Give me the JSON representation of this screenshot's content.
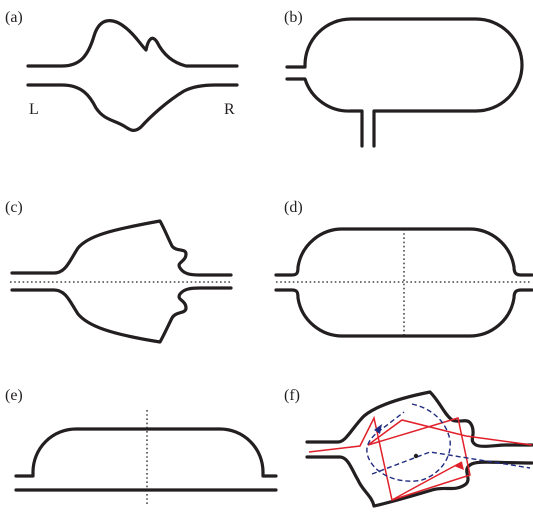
{
  "panels": {
    "a": {
      "label": "(a)",
      "left_lead": "L",
      "right_lead": "R"
    },
    "b": {
      "label": "(b)"
    },
    "c": {
      "label": "(c)"
    },
    "d": {
      "label": "(d)"
    },
    "e": {
      "label": "(e)"
    },
    "f": {
      "label": "(f)"
    }
  },
  "colors": {
    "wall": "#231f20",
    "trajectory_red": "#e0202a",
    "trajectory_blue": "#1f2a80"
  }
}
